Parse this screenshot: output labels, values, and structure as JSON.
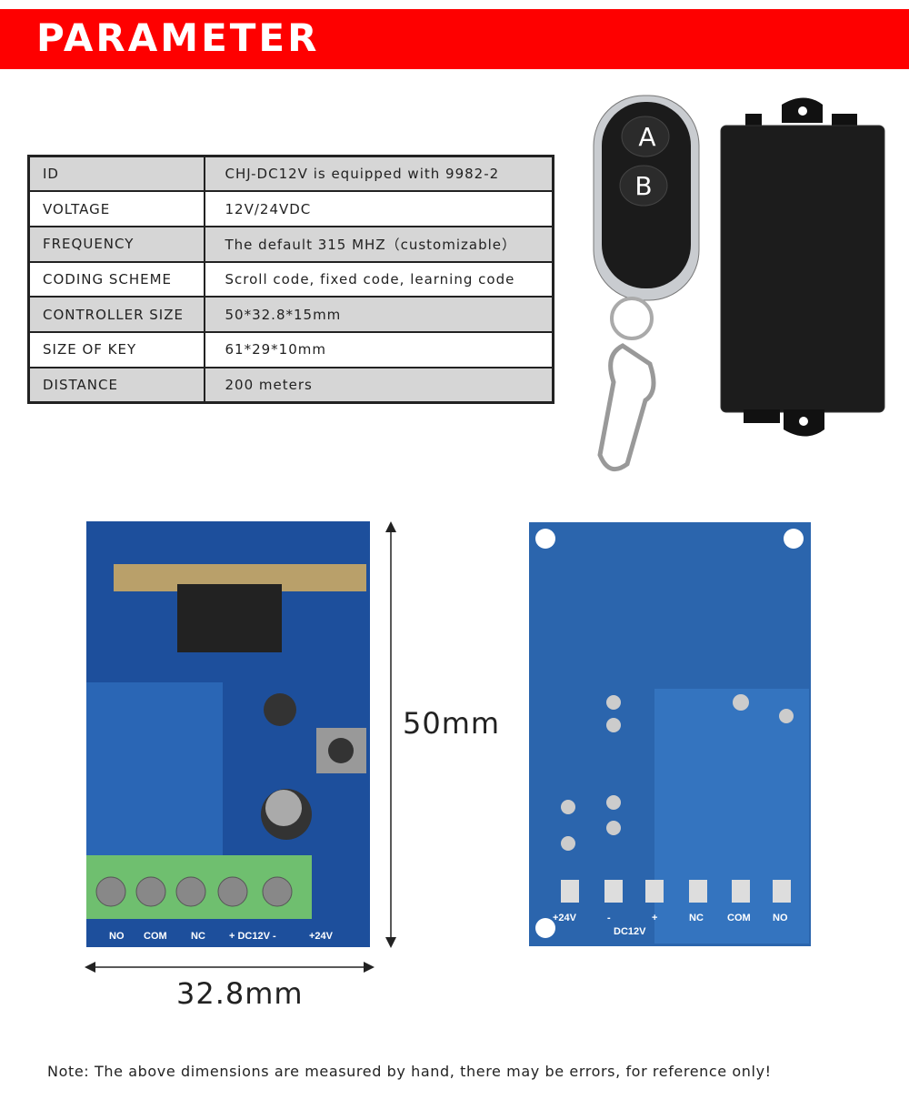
{
  "header": {
    "title": "PARAMETER"
  },
  "params": [
    {
      "label": "ID",
      "value": "CHJ-DC12V is equipped with 9982-2"
    },
    {
      "label": "VOLTAGE",
      "value": "12V/24VDC"
    },
    {
      "label": "FREQUENCY",
      "value": "The default 315 MHZ（customizable）"
    },
    {
      "label": "CODING SCHEME",
      "value": "Scroll code, fixed code, learning code"
    },
    {
      "label": "CONTROLLER SIZE",
      "value": "50*32.8*15mm"
    },
    {
      "label": "SIZE OF KEY",
      "value": "61*29*10mm"
    },
    {
      "label": "DISTANCE",
      "value": "200 meters"
    }
  ],
  "remote": {
    "button_a": "A",
    "button_b": "B"
  },
  "board": {
    "height_label": "50mm",
    "width_label": "32.8mm",
    "front_terminals": [
      "NO",
      "COM",
      "NC",
      "+ DC12V -",
      "+24V"
    ],
    "back_terminals": [
      "+24V",
      "-",
      "DC12V",
      "+",
      "NC",
      "COM",
      "NO"
    ]
  },
  "note": "Note: The above dimensions are measured by hand, there may be errors, for reference only!"
}
